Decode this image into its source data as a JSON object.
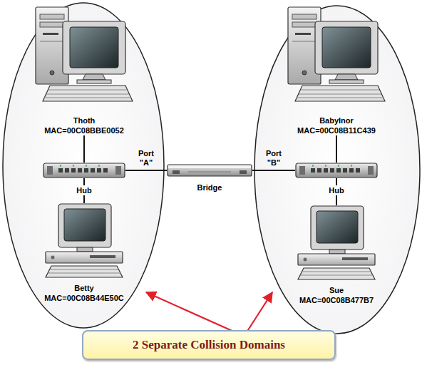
{
  "diagram": {
    "nodes": [
      {
        "text": [
          "Thoth",
          "MAC=00C08BBE0052"
        ]
      },
      {
        "text": [
          "BabyInor",
          "MAC=00C08B11C439"
        ]
      },
      {
        "text": [
          "Hub"
        ]
      },
      {
        "text": [
          "Bridge"
        ]
      },
      {
        "text": [
          "Hub"
        ]
      },
      {
        "text": [
          "Betty",
          "MAC=00C08B44E50C"
        ]
      },
      {
        "text": [
          "Sue",
          "MAC=00C08B477B7"
        ]
      },
      {
        "text": [
          "2 Separate Collision Domains"
        ]
      }
    ],
    "edges": [
      {
        "from": 0,
        "to": 2,
        "arrow": "none"
      },
      {
        "from": 2,
        "to": 5,
        "arrow": "none"
      },
      {
        "from": 2,
        "to": 3,
        "label": "Port \"A\"",
        "arrow": "none"
      },
      {
        "from": 3,
        "to": 4,
        "label": "Port \"B\"",
        "arrow": "none"
      },
      {
        "from": 1,
        "to": 4,
        "arrow": "none"
      },
      {
        "from": 4,
        "to": 6,
        "arrow": "none"
      }
    ]
  }
}
